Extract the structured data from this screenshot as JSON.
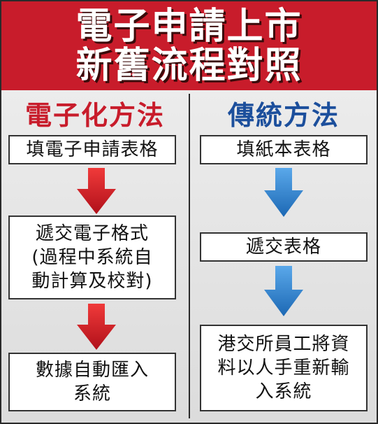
{
  "title": {
    "line1": "電子申請上市",
    "line2": "新舊流程對照"
  },
  "colors": {
    "banner": "#c81c2b",
    "electronic_accent": "#c81c2b",
    "traditional_accent": "#1c4f9c",
    "red_arrow": "#d71d24",
    "blue_arrow": "#2f86d2"
  },
  "electronic": {
    "heading": "電子化方法",
    "steps": [
      {
        "line1": "填電子申請表格"
      },
      {
        "line1": "遞交電子格式",
        "line2": "(過程中系統自",
        "line3": "動計算及校對)"
      },
      {
        "line1": "數據自動匯入",
        "line2": "系統"
      }
    ]
  },
  "traditional": {
    "heading": "傳統方法",
    "steps": [
      {
        "line1": "填紙本表格"
      },
      {
        "line1": "遞交表格"
      },
      {
        "line1": "港交所員工將資",
        "line2": "料以人手重新輸",
        "line3": "入系統"
      }
    ]
  },
  "icons": {
    "electronic_arrow": "arrow-down-red-icon",
    "traditional_arrow": "arrow-down-blue-icon"
  }
}
